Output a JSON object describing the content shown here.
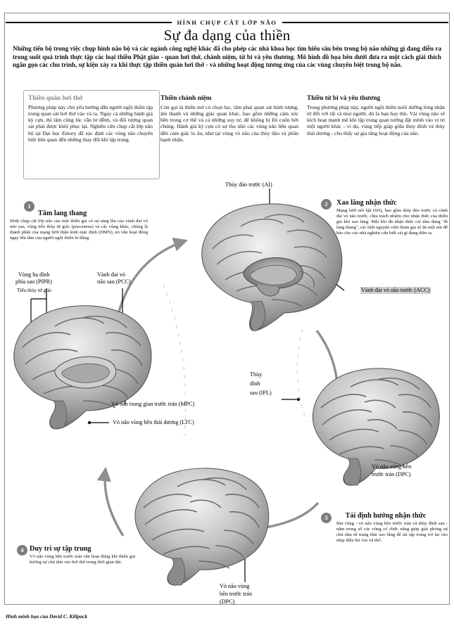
{
  "kicker": "HÌNH CHỤP CẮT LỚP NÃO",
  "headline": "Sự đa dạng của thiền",
  "deck": "Những tiến bộ trong việc chụp hình não bộ và các ngành công nghệ khác đã cho phép các nhà khoa học tìm hiểu sâu bên trong bộ não những gì đang diễn ra trong suốt quá trình thực tập các loại thiền Phật giáo - quan hơi thở, chánh niệm, từ bi và yêu thương. Mô hình đồ họa bên dưới đưa ra một cách giải thích ngắn gọn các chu trình, sự kiện xảy ra khi thực tập thiền quán hơi thở - và những hoạt động tương ứng của các vùng chuyên biệt trong bộ não.",
  "intro_columns": [
    {
      "title": "Thiền quán hơi thở",
      "body": "Phương pháp này chủ yếu hướng dẫn người ngồi thiền tập trung quan sát hơi thở vào và ra. Ngay cả những hành giả kỳ cựu, thì tâm cũng lúc vẫn lơ đễnh, và đối tượng quan sát phải được khôi phục lại. Nghiên cứu chụp cắt lớp não bộ tại Đại học Emory đã xác định các vùng não chuyên biệt liên quan đến những thay đổi khi tập trung."
    },
    {
      "title": "Thiền chánh niệm",
      "body": "Còn gọi là thiền mở có chọn lọc, tâm phải quan sát hình tượng, âm thanh và những giác quan khác, bao gồm những cảm xúc bên trong cơ thể và cả những suy tư, để không bị lôi cuốn bởi chúng. Hành giả kỳ cựu có sự thu nhỏ các vùng não liên quan đến cảm giác lo âu, như tại vùng vỏ não của thùy đảo và phần hạnh nhân."
    },
    {
      "title": "Thiền từ bi và yêu thương",
      "body": "Trong phương pháp này, người ngồi thiền nuôi dưỡng lòng nhân từ đối với tất cả mọi người, dù là bạn hay thù. Vài vùng não sẽ kích hoạt mạnh mẽ khi tập trung quan tưởng đặt mình vào vị trí một người khác - ví dụ, vùng tiếp giáp giữa thùy đỉnh và thùy thái dương - cho thấy sự gia tăng hoạt động của não."
    }
  ],
  "sections": [
    {
      "number": "1",
      "title": "Tâm lang thang",
      "body": "Hình chụp cắt lớp não của một thiền giả có sự sáng lên của vành đai vỏ não sau, vùng tiểu thùy từ giác (precuneus) và các vùng khác, chúng là thành phần của mạng lưới thần kinh mặc định (DMN), nó vẫn hoạt động ngay khi tâm của người ngồi thiền lơ đãng."
    },
    {
      "number": "2",
      "title": "Xao lãng nhận thức",
      "body": "Mạng lưới nổi bật (SN), bao gồm thùy đảo trước và vành đai vỏ não trước, chịu trách nhiệm cho nhận thức của thiền giả khi xao lãng. Một khi đã nhận thức cái tâm đang \"đi lang thang\", các tình nguyện viên tham gia sẽ ấn một nút để báo cho các nhà nghiên cứu biết cái gì đang diễn ra."
    },
    {
      "number": "3",
      "title": "Tái định hướng nhận thức",
      "body": "Hai vùng - vỏ não vùng bên trước trán và thùy đỉnh sau - nằm trong số các vùng có chức năng giúp giải phóng sự chú tâm từ trạng thái xao lãng để tái tập trung trở lại vào nhịp điệu hít vào và thở."
    },
    {
      "number": "4",
      "title": "Duy trì sự tập trung",
      "body": "Vỏ não vùng bên trước trán vẫn hoạt động khi thiền giả hướng sự chú tâm vào hơi thở trong thời gian dài."
    }
  ],
  "labels": {
    "anterior_insula": "Thùy đảo trước (AI)",
    "acc": "Vành đai vỏ não trước (ACC)",
    "pipr_l1": "Vùng hạ đỉnh",
    "pipr_l2": "phía sau (PIPR)",
    "precuneus": "Tiểu thùy tứ giác",
    "pcc_l1": "Vành đai vỏ",
    "pcc_l2": "não sau (PCC)",
    "mpc": "Vỏ não trung gian trước trán (MPC)",
    "ltc": "Vỏ não vùng bên thái dương (LTC)",
    "ipl_l1": "Thùy",
    "ipl_l2": "đỉnh",
    "ipl_l3": "sau (IPL)",
    "dpc_right_l1": "Vỏ não vùng bên",
    "dpc_right_l2": "trước trán (DPC)",
    "dpc_bottom_l1": "Vỏ não vùng",
    "dpc_bottom_l2": "bên trước trán",
    "dpc_bottom_l3": "(DPC)"
  },
  "credit": "Hình minh họa của David C. Killpack",
  "colors": {
    "accent_dot": "#7d7d7d",
    "rule": "#111111",
    "label_highlight": "#cfcfcf",
    "frame": "#8c8c8c"
  }
}
